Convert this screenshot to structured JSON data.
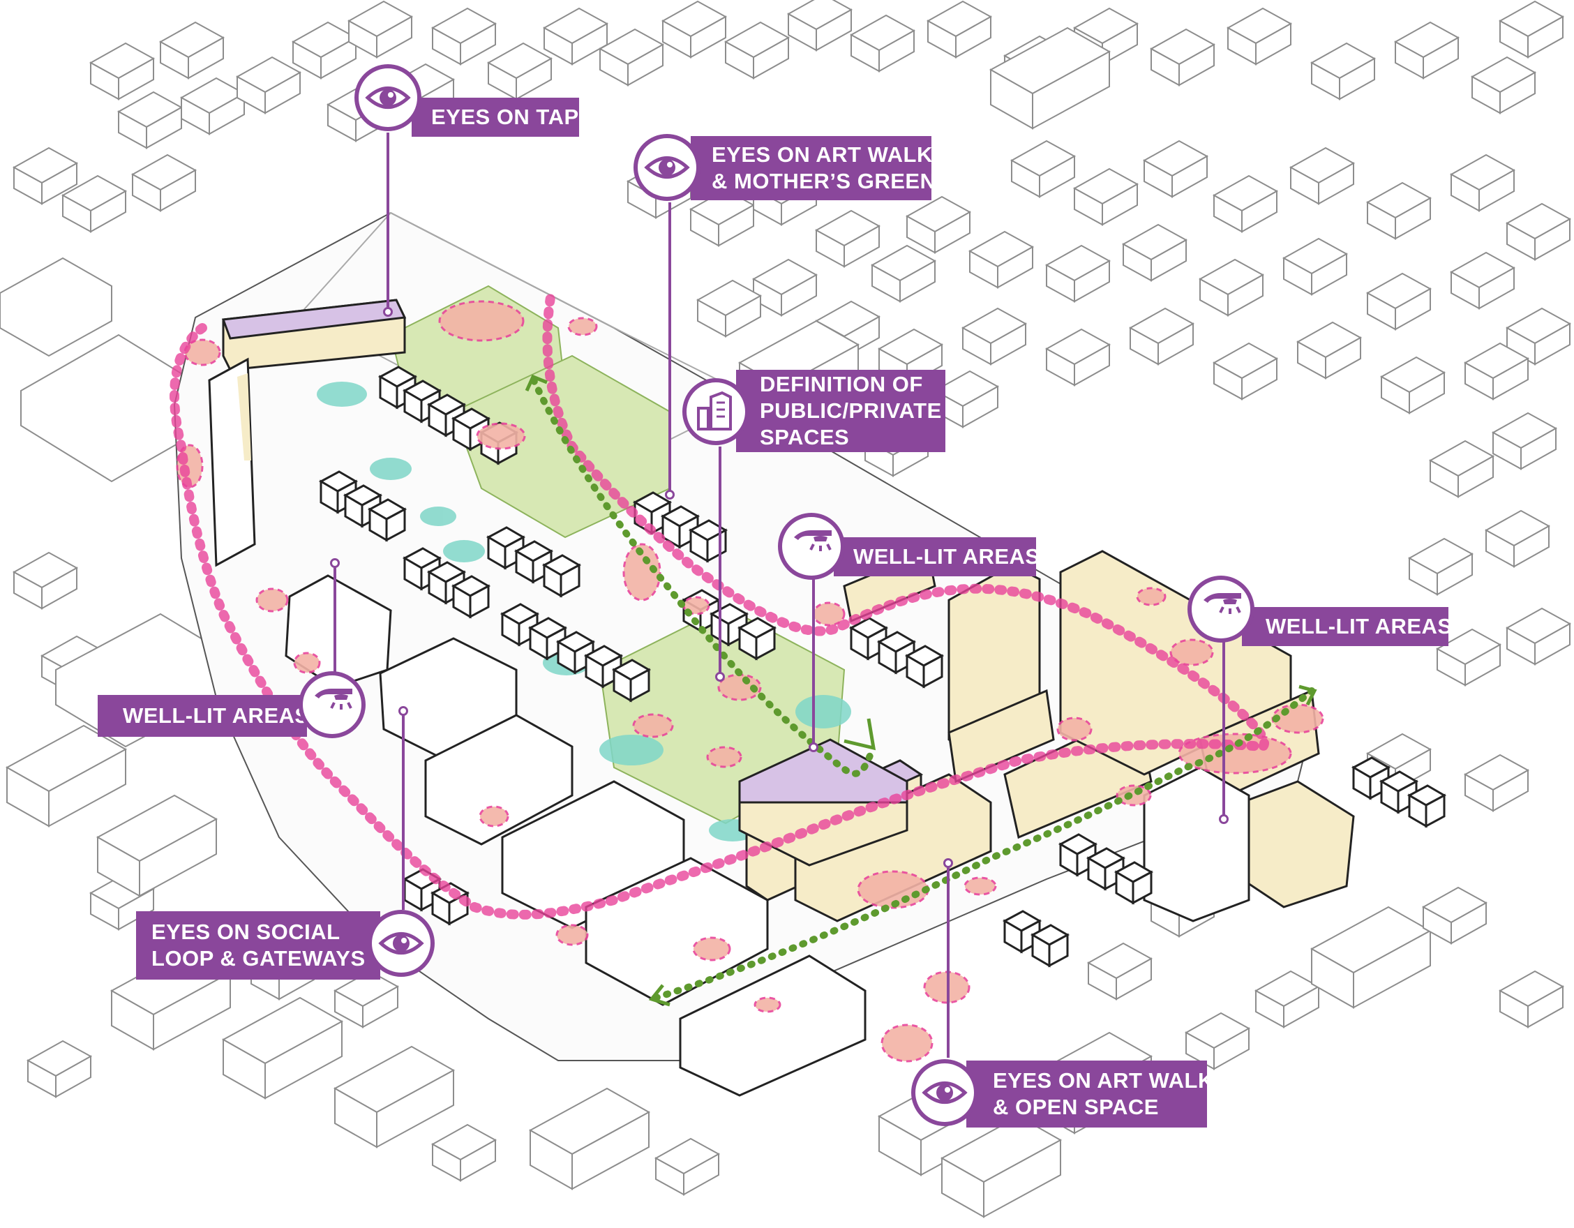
{
  "colors": {
    "accent": "#8a479b",
    "building_outline": "#222222",
    "context_outline": "#8d8d8d",
    "purple_fill": "#d7c2e6",
    "yellow_fill": "#f6ecc8",
    "green_fill": "#d7e8b4",
    "teal_fill": "#7fd6c8",
    "loop_pink": "#e8449a",
    "path_green": "#5e9a2e",
    "red_zone": "#f3b3a6"
  },
  "callouts": {
    "eyes_on_tap": {
      "line1": "EYES ON TAP",
      "icon": "eye-icon"
    },
    "eyes_on_art_walk_green": {
      "line1": "EYES ON ART WALK",
      "line2": "& MOTHER’S GREEN",
      "icon": "eye-icon"
    },
    "definition_spaces": {
      "line1": "DEFINITION OF",
      "line2": "PUBLIC/PRIVATE",
      "line3": "SPACES",
      "icon": "buildings-icon"
    },
    "well_lit_center": {
      "line1": "WELL-LIT AREAS",
      "icon": "streetlight-icon"
    },
    "well_lit_right": {
      "line1": "WELL-LIT AREAS",
      "icon": "streetlight-icon"
    },
    "well_lit_left": {
      "line1": "WELL-LIT AREAS",
      "icon": "streetlight-icon"
    },
    "eyes_on_social_loop": {
      "line1": "EYES ON SOCIAL",
      "line2": "LOOP & GATEWAYS",
      "icon": "eye-icon"
    },
    "eyes_on_art_walk_open": {
      "line1": "EYES ON ART WALK",
      "line2": "& OPEN SPACE",
      "icon": "eye-icon"
    }
  }
}
